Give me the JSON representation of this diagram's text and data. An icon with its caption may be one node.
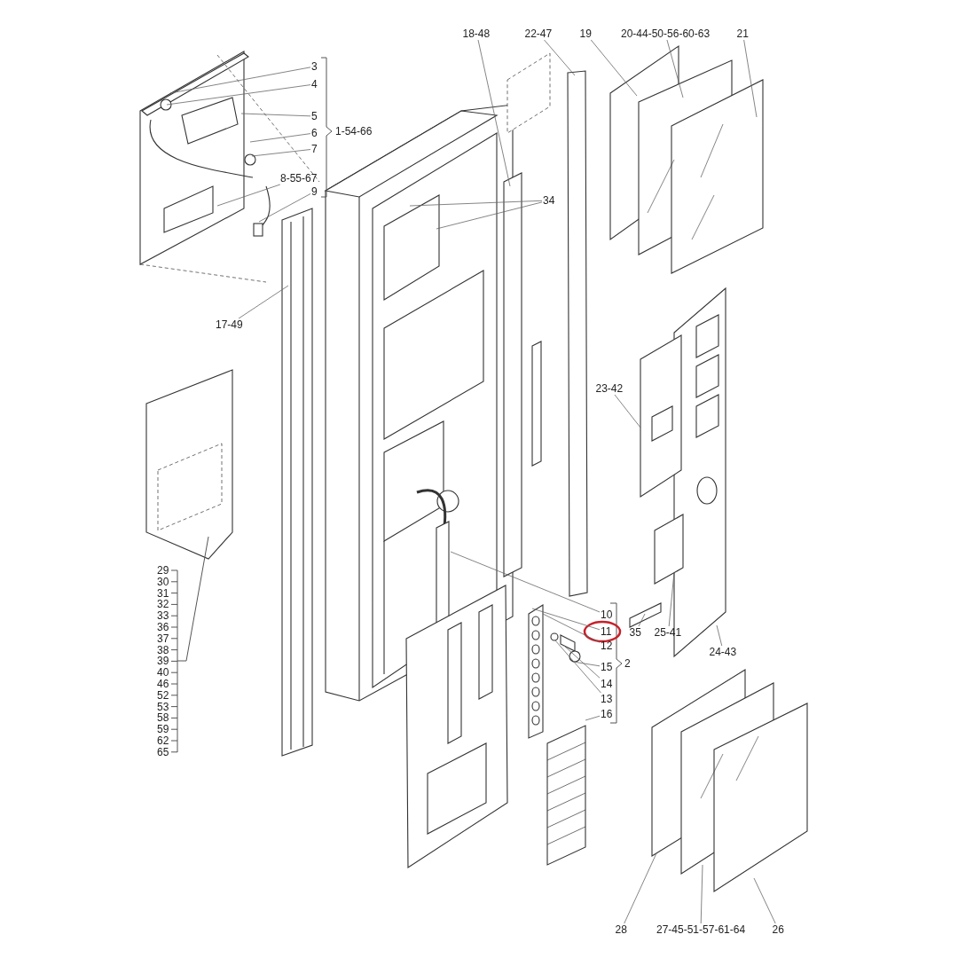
{
  "diagram": {
    "nodes": [
      {
        "text": [
          "3"
        ]
      },
      {
        "text": [
          "4"
        ]
      },
      {
        "text": [
          "5"
        ]
      },
      {
        "text": [
          "6"
        ]
      },
      {
        "text": [
          "7"
        ]
      },
      {
        "text": [
          "8-55-67"
        ]
      },
      {
        "text": [
          "9"
        ]
      },
      {
        "text": [
          "17-49"
        ]
      },
      {
        "text": [
          "18-48"
        ]
      },
      {
        "text": [
          "22-47"
        ]
      },
      {
        "text": [
          "19"
        ]
      },
      {
        "text": [
          "20-44-50-56-60-63"
        ]
      },
      {
        "text": [
          "21"
        ]
      },
      {
        "text": [
          "34"
        ]
      },
      {
        "text": [
          "23-42"
        ]
      },
      {
        "text": [
          "10"
        ]
      },
      {
        "text": [
          "11"
        ]
      },
      {
        "text": [
          "12"
        ]
      },
      {
        "text": [
          "15"
        ]
      },
      {
        "text": [
          "14"
        ]
      },
      {
        "text": [
          "13"
        ]
      },
      {
        "text": [
          "16"
        ]
      },
      {
        "text": [
          "35"
        ]
      },
      {
        "text": [
          "25-41"
        ]
      },
      {
        "text": [
          "24-43"
        ]
      },
      {
        "text": [
          "28"
        ]
      },
      {
        "text": [
          "27-45-51-57-61-64"
        ]
      },
      {
        "text": [
          "26"
        ]
      }
    ],
    "edges": [
      {
        "from": 0,
        "to": null,
        "arrow": "none"
      },
      {
        "from": 1,
        "to": null,
        "arrow": "none"
      },
      {
        "from": 2,
        "to": null,
        "arrow": "none"
      },
      {
        "from": 3,
        "to": null,
        "arrow": "none"
      },
      {
        "from": 4,
        "to": null,
        "arrow": "none"
      },
      {
        "from": 5,
        "to": null,
        "arrow": "none"
      },
      {
        "from": 6,
        "to": null,
        "arrow": "none"
      },
      {
        "from": 7,
        "to": null,
        "arrow": "none"
      },
      {
        "from": 8,
        "to": null,
        "arrow": "none"
      },
      {
        "from": 9,
        "to": null,
        "arrow": "none"
      },
      {
        "from": 10,
        "to": null,
        "arrow": "none"
      },
      {
        "from": 11,
        "to": null,
        "arrow": "none"
      },
      {
        "from": 12,
        "to": null,
        "arrow": "none"
      },
      {
        "from": 13,
        "to": null,
        "arrow": "none"
      },
      {
        "from": 13,
        "to": null,
        "arrow": "none"
      },
      {
        "from": 14,
        "to": null,
        "arrow": "none"
      },
      {
        "from": 15,
        "to": null,
        "arrow": "none"
      },
      {
        "from": 16,
        "to": null,
        "arrow": "none"
      },
      {
        "from": 17,
        "to": null,
        "arrow": "none"
      },
      {
        "from": 18,
        "to": null,
        "arrow": "none"
      },
      {
        "from": 19,
        "to": null,
        "arrow": "none"
      },
      {
        "from": 20,
        "to": null,
        "arrow": "none"
      },
      {
        "from": 21,
        "to": null,
        "arrow": "none"
      },
      {
        "from": 22,
        "to": null,
        "arrow": "none"
      },
      {
        "from": 23,
        "to": null,
        "arrow": "none"
      },
      {
        "from": 24,
        "to": null,
        "arrow": "none"
      },
      {
        "from": 25,
        "to": null,
        "arrow": "none"
      },
      {
        "from": 26,
        "to": null,
        "arrow": "none"
      },
      {
        "from": 27,
        "to": null,
        "arrow": "none"
      }
    ],
    "labels": [
      "1-54-66",
      "2",
      "29",
      "30",
      "31",
      "32",
      "33",
      "36",
      "37",
      "38",
      "39",
      "40",
      "46",
      "52",
      "53",
      "58",
      "59",
      "62",
      "65"
    ]
  }
}
